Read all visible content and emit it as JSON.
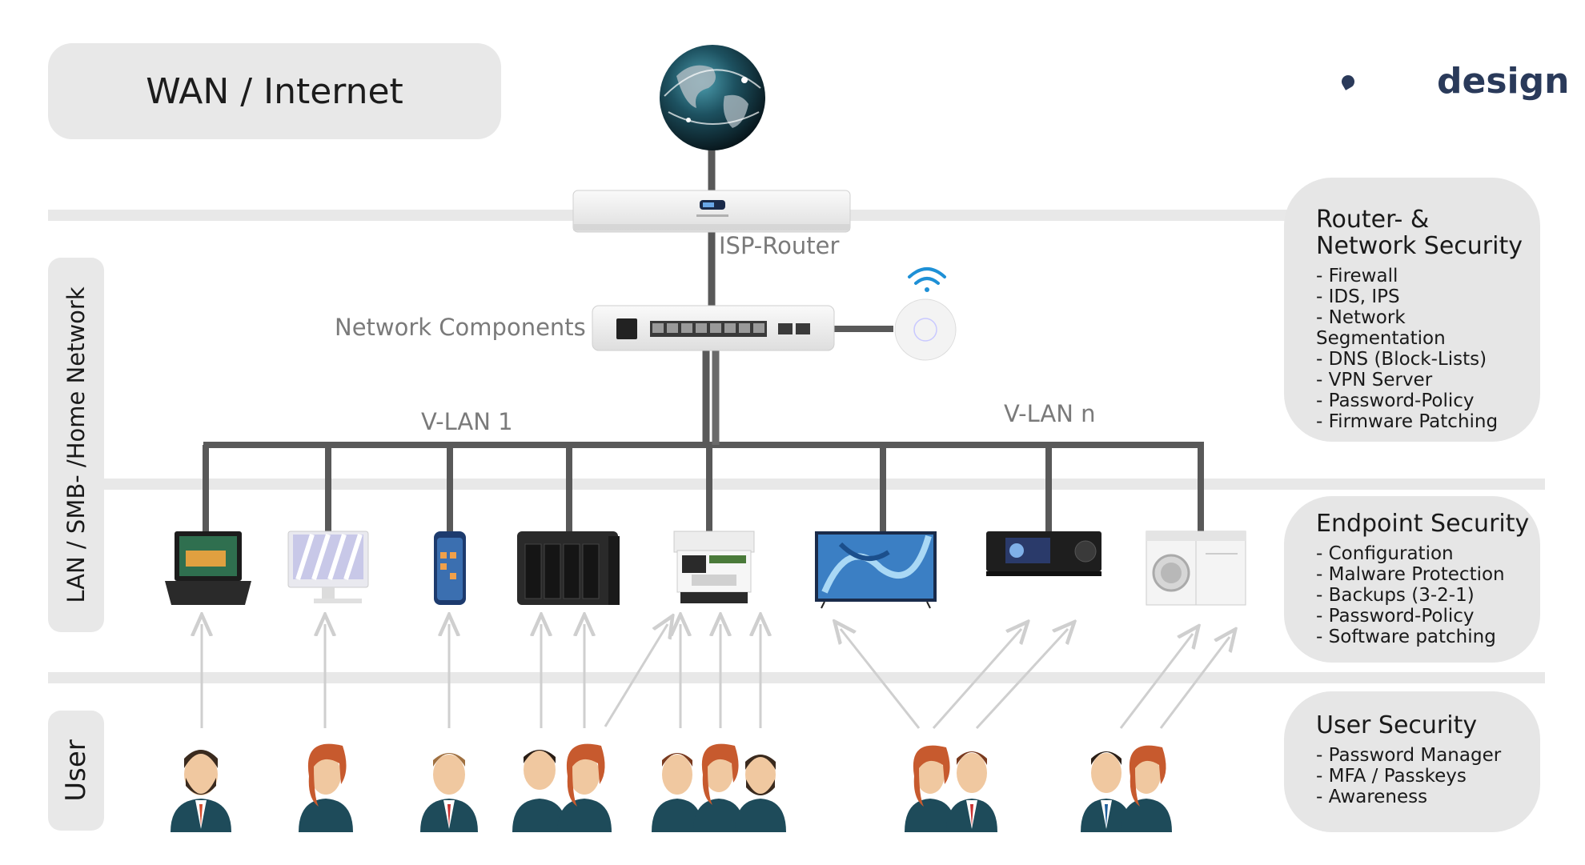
{
  "brand": {
    "logo_text": "design"
  },
  "wan": {
    "title": "WAN / Internet"
  },
  "labels": {
    "isp_router": "ISP-Router",
    "network_components": "Network Components",
    "vlan1": "V-LAN 1",
    "vlann": "V-LAN n"
  },
  "side_labels": {
    "lan": "LAN / SMB- /Home Network",
    "user": "User"
  },
  "security": {
    "router": {
      "title": "Router- & Network Security",
      "items": [
        "Firewall",
        "IDS, IPS",
        "Network Segmentation",
        "DNS (Block-Lists)",
        "VPN Server",
        "Password-Policy",
        "Firmware Patching"
      ]
    },
    "endpoint": {
      "title": "Endpoint Security",
      "items": [
        "Configuration",
        "Malware Protection",
        "Backups (3-2-1)",
        "Password-Policy",
        "Software patching"
      ]
    },
    "user": {
      "title": "User Security",
      "items": [
        "Password Manager",
        "MFA / Passkeys",
        "Awareness"
      ]
    }
  },
  "devices": [
    "laptop",
    "desktop-monitor",
    "smartphone",
    "nas",
    "printer",
    "tv",
    "media-receiver",
    "washing-machine"
  ],
  "colors": {
    "line": "#595959",
    "band": "#e8e8e8",
    "box": "#e6e6e6",
    "arrow": "#cfcfcf",
    "logo": "#2a3a5a",
    "wifi": "#1e90d6"
  }
}
